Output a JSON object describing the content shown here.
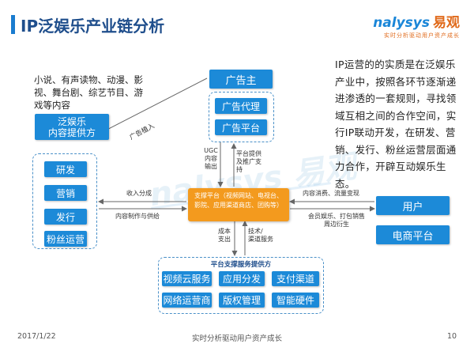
{
  "header": {
    "title": "IP泛娱乐产业链分析",
    "logo_text": "nalysys",
    "logo_cn": "易观",
    "logo_slogan": "实时分析驱动用户资产成长"
  },
  "content_provider": {
    "description": "小说、有声读物、动漫、影视、舞台剧、综艺节目、游戏等内容",
    "label": "泛娱乐\n内容提供方",
    "items": [
      "研发",
      "营销",
      "发行",
      "粉丝运营"
    ]
  },
  "advertiser": {
    "label": "广告主",
    "items": [
      "广告代理",
      "广告平台"
    ]
  },
  "center": {
    "label": "支撑平台（视频网站、电视台、影院、应用渠道商店、团购等）"
  },
  "user_side": {
    "items": [
      "用户",
      "电商平台"
    ]
  },
  "platform_support": {
    "title": "平台支撑服务提供方",
    "items": [
      "视频云服务",
      "应用分发",
      "支付渠道",
      "网络运营商",
      "版权管理",
      "智能硬件"
    ]
  },
  "flows": {
    "ad_insert": "广告植入",
    "ugc": "UGC\n内容\n输出",
    "platform_ad": "平台提供\n及推广支\n持",
    "revenue_share": "收入分成",
    "content_supply": "内容制作与供给",
    "content_consume": "内容消费、流量变现",
    "member_ent": "会员娱乐、打包销售\n周边衍生",
    "cost_expense": "成本\n支出",
    "tech_channel": "技术/\n渠道服务"
  },
  "side_text": "IP运营的的实质是在泛娱乐产业中，按照各环节逐渐递进渗透的一套规则，寻找领域互相之间的合作空间，实行IP联动开发，在研发、营销、发行、粉丝运营层面通力合作，开辟互动娱乐生态。",
  "footer": {
    "date": "2017/1/22",
    "slogan": "实时分析驱动用户资产成长",
    "page": "10"
  },
  "watermark": {
    "text": "nalysys 易观"
  }
}
